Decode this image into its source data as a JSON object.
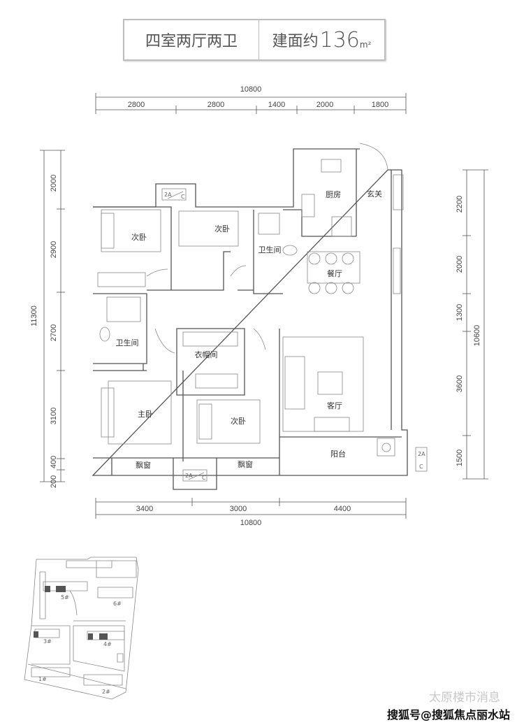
{
  "header": {
    "layout": "四室两厅两卫",
    "area_prefix": "建面约",
    "area_value": "136",
    "area_unit": "m²"
  },
  "dimensions": {
    "top_total": "10800",
    "top": [
      "2800",
      "2800",
      "1400",
      "2000",
      "1800"
    ],
    "bottom_total": "10800",
    "bottom": [
      "3400",
      "3000",
      "4400"
    ],
    "left_total": "11300",
    "left": [
      "2000",
      "2900",
      "2700",
      "3100",
      "400",
      "200"
    ],
    "right_total": "10600",
    "right": [
      "2200",
      "2000",
      "1300",
      "3600",
      "1500"
    ]
  },
  "rooms": {
    "bedroom_nw": "次卧",
    "bedroom_n": "次卧",
    "bath_n": "卫生间",
    "kitchen": "厨房",
    "entry": "玄关",
    "dining": "餐厅",
    "bath_w": "卫生间",
    "closet": "衣帽间",
    "master": "主卧",
    "bedroom_s": "次卧",
    "living": "客厅",
    "balcony": "阳台",
    "bay_1": "飘窗",
    "bay_2": "飘窗"
  },
  "ac_label": {
    "a": "2A",
    "c": "C"
  },
  "site_plan": {
    "buildings": [
      "5#",
      "6#",
      "3#",
      "4#",
      "1#",
      "2#"
    ]
  },
  "watermark": {
    "line1": "太原楼市消息",
    "line2": "搜狐号@搜狐焦点丽水站"
  }
}
